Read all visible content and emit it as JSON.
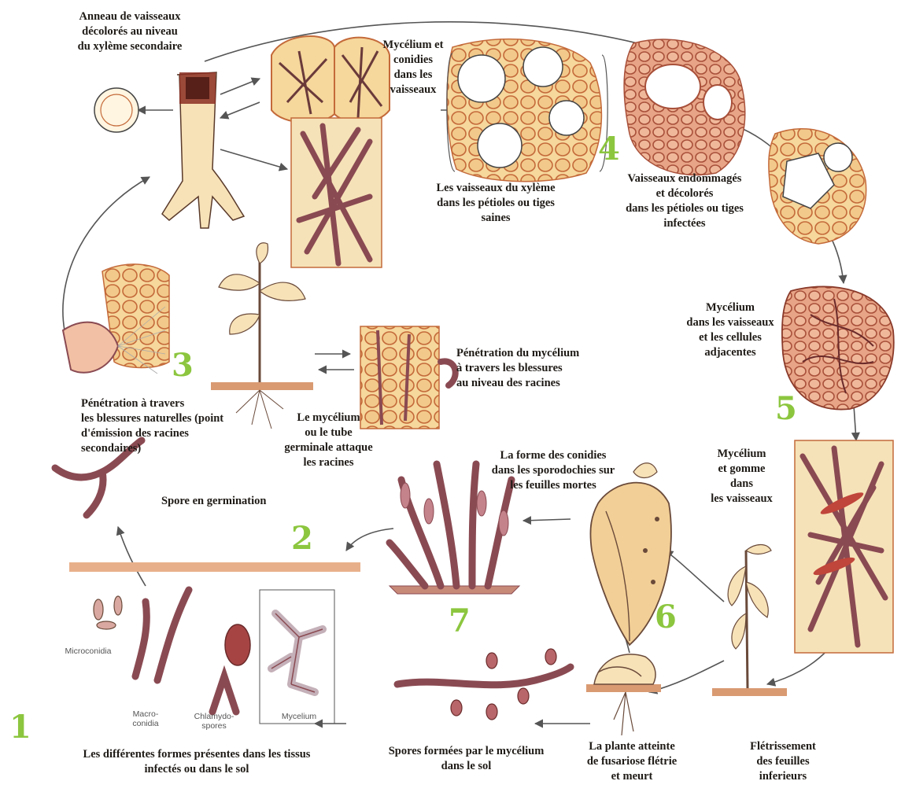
{
  "stages": [
    {
      "number": "1",
      "label": "Les différentes formes présentes dans les tissus\ninfectés ou dans le sol"
    },
    {
      "number": "2",
      "label": "La forme des conidies\ndans les sporodochies sur\nles feuilles mortes"
    },
    {
      "number": "3",
      "label": "Pénétration à travers\nles blessures naturelles (point\nd'émission des racines\nsecondaires)"
    },
    {
      "number": "4",
      "label": "Vaisseaux endommagés\net décolorés\ndans les pétioles ou tiges\ninfectées"
    },
    {
      "number": "5",
      "label": "Mycélium\ndans les vaisseaux\net les cellules\nadjacentes"
    },
    {
      "number": "6",
      "label": "La plante atteinte\nde fusariose flétrie\net meurt"
    },
    {
      "number": "7",
      "label": "Spores formées par le mycélium\ndans le sol"
    }
  ],
  "labels": {
    "ring": "Anneau de vaisseaux\ndécolorés au niveau\ndu xylème secondaire",
    "mycelium_vessels": "Mycélium et\nconidies\ndans les\nvaisseaux",
    "healthy_xylem": "Les vaisseaux du xylème\ndans les pétioles ou tiges\nsaines",
    "root_penetration": "Pénétration du mycélium\nà travers les blessures\nau niveau des racines",
    "germ_tube": "Le mycélium\nou le tube\ngerminale attaque\nles racines",
    "germinating_spore": "Spore en germination",
    "mycelium_gum": "Mycélium\net gomme\ndans\nles vaisseaux",
    "wilting": "Flétrissement\ndes feuilles\ninferieurs"
  },
  "forms": {
    "microconidia": "Microconidia",
    "macroconidia": "Macro-\nconidia",
    "chlamydospores": "Chlamydo-\nspores",
    "mycelium": "Mycelium"
  },
  "colors": {
    "stage_number": "#8cc63f",
    "tissue_fill": "#f2c98a",
    "tissue_stroke": "#c46a3a",
    "hypha": "#8a4a52",
    "soil": "#d99a72",
    "arrow": "#555555"
  }
}
